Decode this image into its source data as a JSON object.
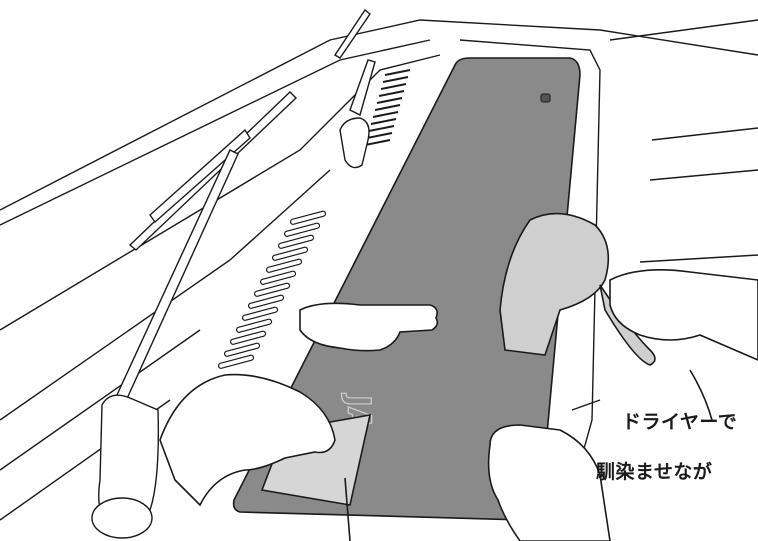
{
  "illustration": {
    "caption_line1": "ドライヤーで",
    "caption_line2": "馴染ませなが",
    "mat_color": "#8a8a8a",
    "line_color": "#1a1a1a",
    "hand_fill": "#ffffff",
    "dryer_fill": "#cfcfcf",
    "mat_logo_fragment": "JA"
  }
}
